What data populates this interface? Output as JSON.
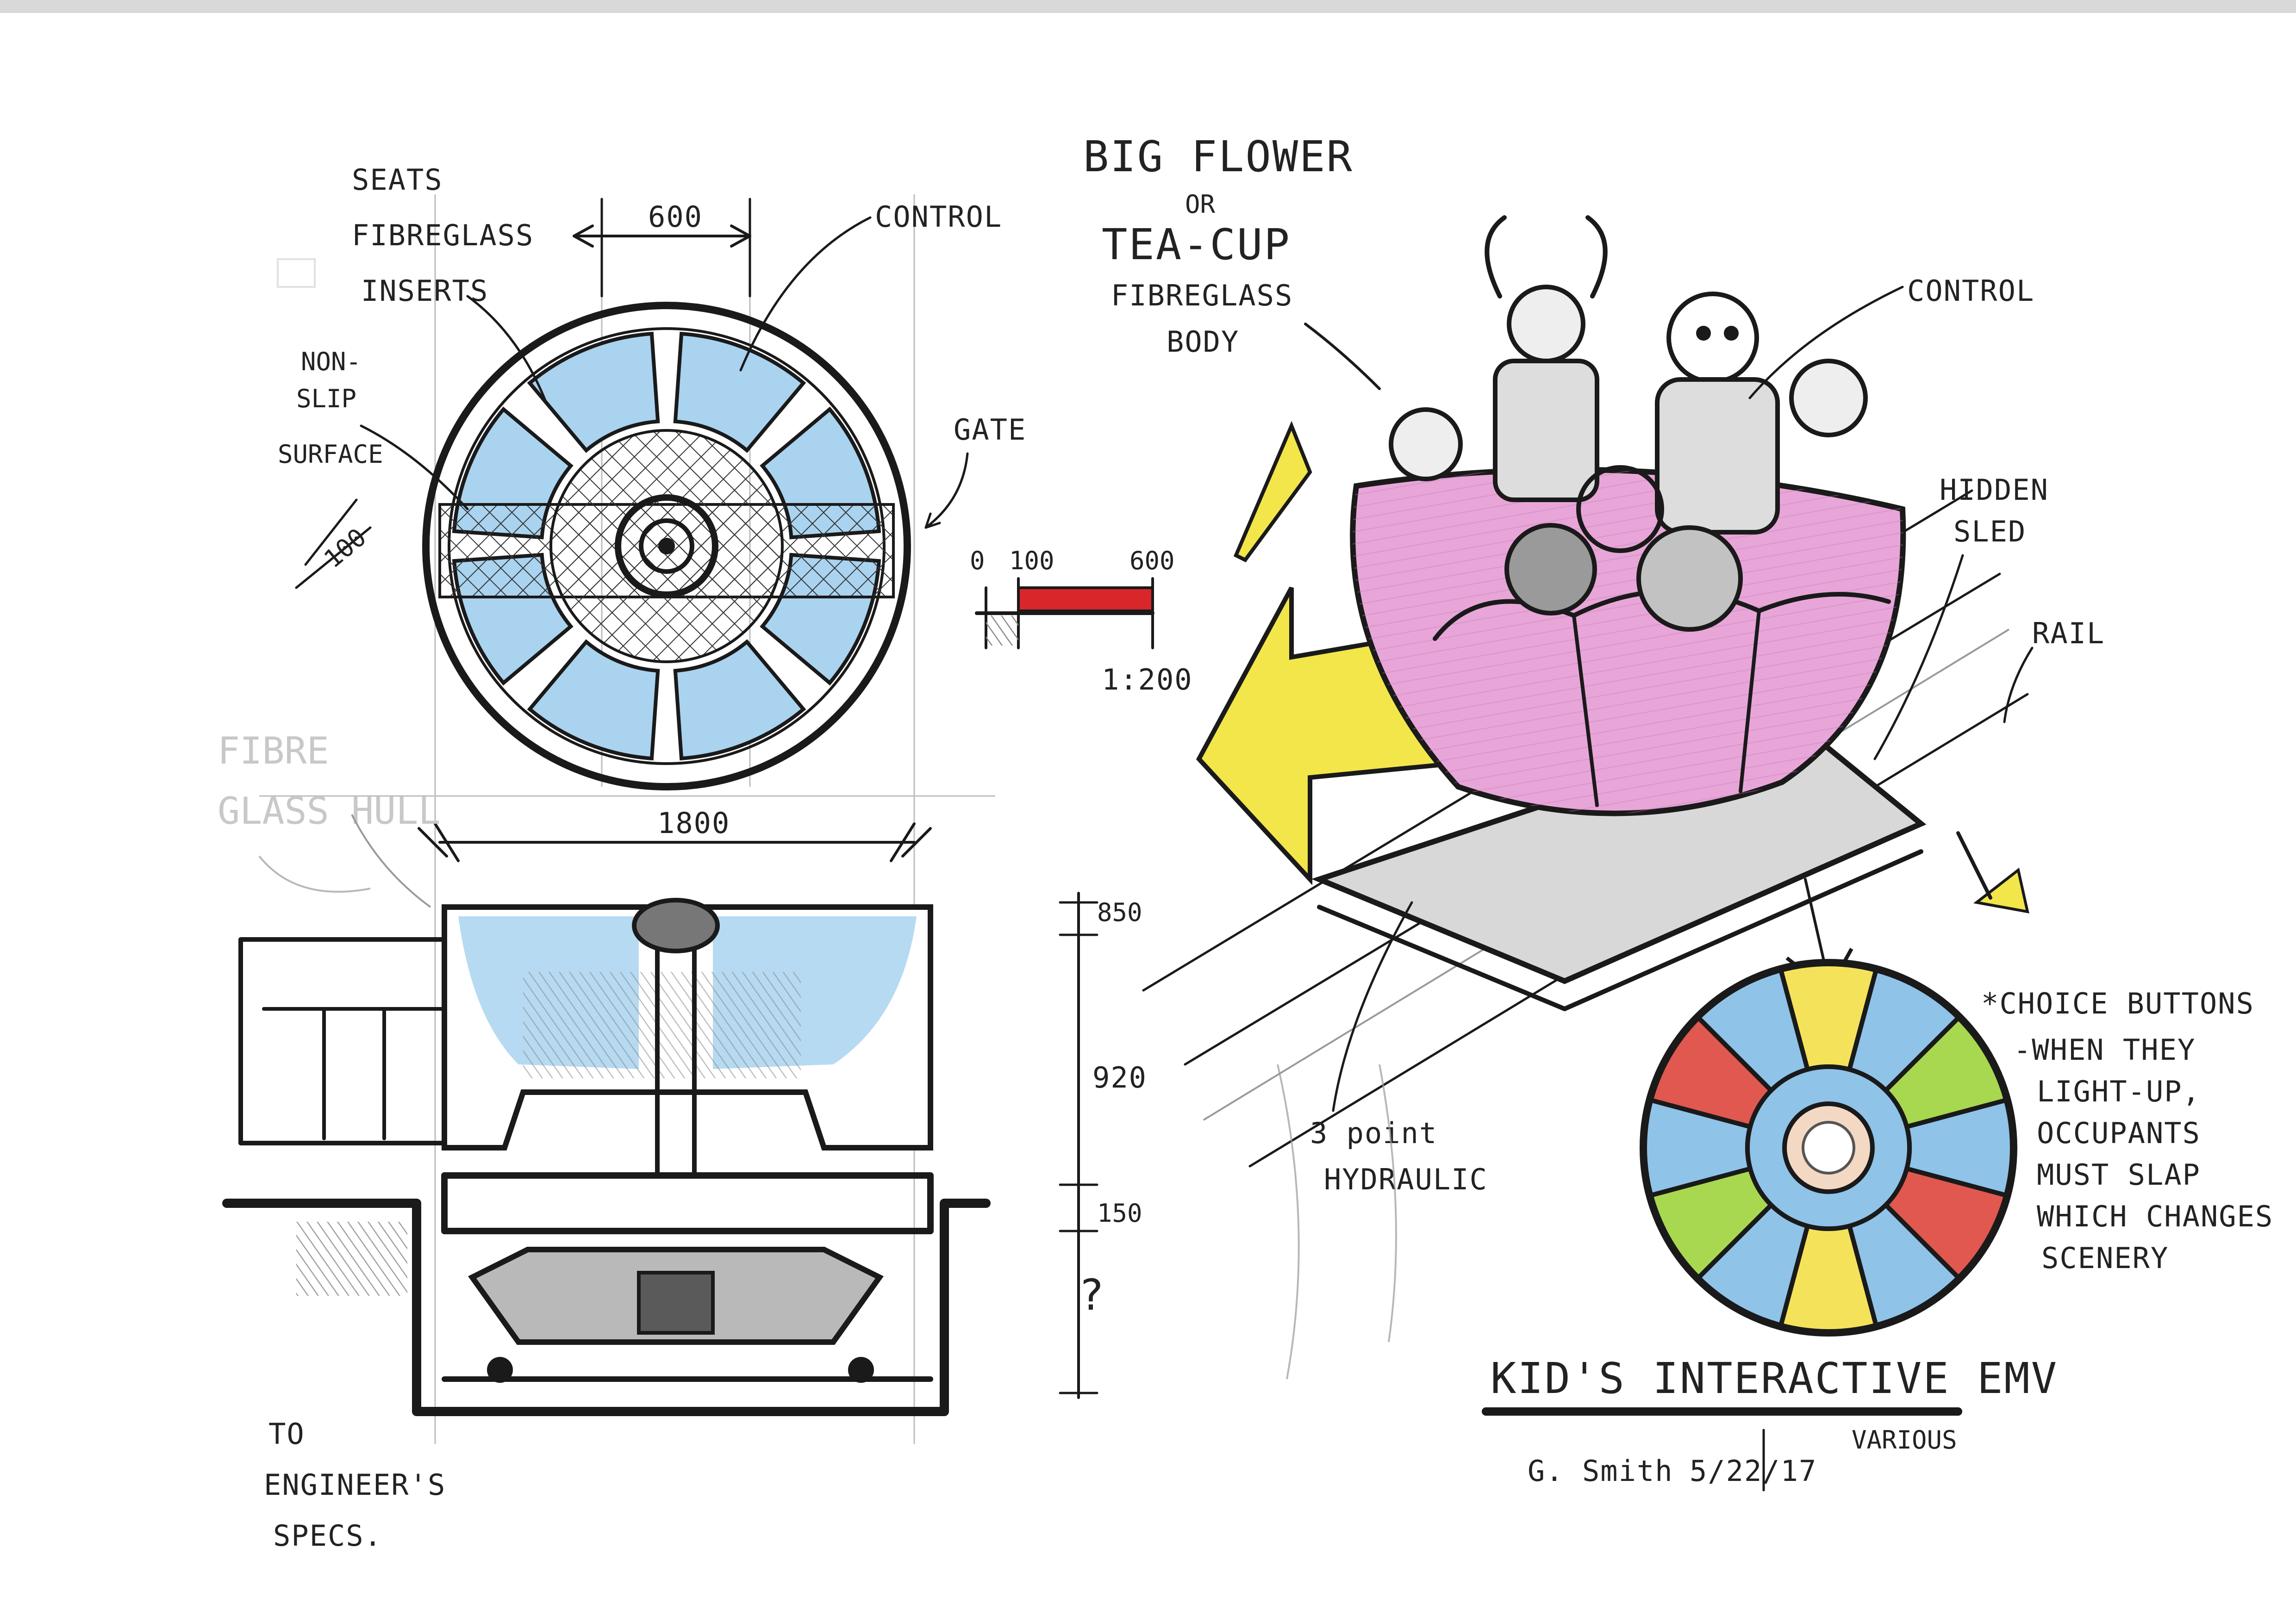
{
  "plan_view": {
    "seats_label": [
      "SEATS",
      "FIBREGLASS",
      "INSERTS"
    ],
    "non_slip_label": [
      "NON-",
      "SLIP",
      "SURFACE"
    ],
    "control_label": "CONTROL",
    "gate_label": "GATE",
    "dim_width": "600",
    "dim_side": "100",
    "dim_diameter": "1800"
  },
  "scale_bar": {
    "ticks": [
      "0",
      "100",
      "600"
    ],
    "scale": "1:200",
    "accent_color": "#d8262b"
  },
  "section_view": {
    "hull_label": [
      "FIBRE",
      "GLASS HULL"
    ],
    "dims": [
      "850",
      "920",
      "150",
      "?"
    ],
    "engineer_note": [
      "TO",
      "ENGINEER'S",
      "SPECS."
    ]
  },
  "perspective": {
    "title_lines": [
      "BIG FLOWER",
      "OR",
      "TEA-CUP",
      "FIBREGLASS",
      "BODY"
    ],
    "control_label": "CONTROL",
    "hidden_sled_label": [
      "HIDDEN",
      "SLED"
    ],
    "rail_label": "RAIL",
    "hydraulic_label": [
      "3 point",
      "HYDRAULIC"
    ],
    "cup_color": "#e8a6d8",
    "arrow_color": "#f2e64a"
  },
  "choice_panel": {
    "note_lines": [
      "*CHOICE BUTTONS",
      "-WHEN THEY",
      "LIGHT-UP,",
      "OCCUPANTS",
      "MUST SLAP",
      "WHICH CHANGES",
      "SCENERY"
    ],
    "segment_colors": [
      "#f4e35a",
      "#8fc3e8",
      "#a8d84f",
      "#8fc3e8",
      "#e0584f",
      "#8fc3e8",
      "#f4e35a",
      "#8fc3e8",
      "#a8d84f",
      "#8fc3e8",
      "#e0584f",
      "#8fc3e8"
    ]
  },
  "title_block": {
    "title": "KID'S INTERACTIVE EMV",
    "signature": "G. Smith",
    "date": "5/22/17",
    "author": "VARIOUS"
  },
  "seat_color": "#a9d3ef"
}
